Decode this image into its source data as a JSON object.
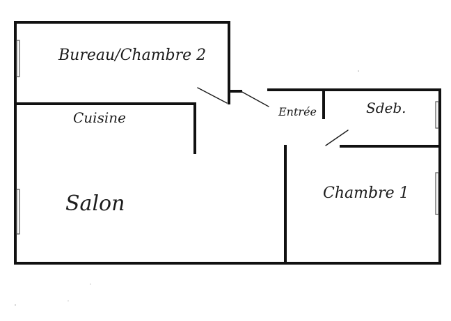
{
  "rooms": {
    "bureau": "Bureau/Chambre 2",
    "cuisine": "Cuisine",
    "entree": "Entrée",
    "sdb": "Sdeb.",
    "salon": "Salon",
    "chambre1": "Chambre 1"
  },
  "colors": {
    "ink": "#111111",
    "paper": "#ffffff"
  }
}
